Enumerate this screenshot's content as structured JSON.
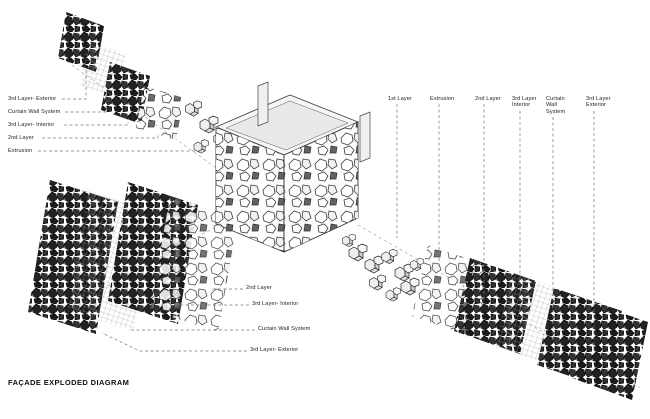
{
  "title": "FAÇADE EXPLODED DIAGRAM",
  "colors": {
    "ink": "#1b1b1b",
    "leader": "#777777",
    "roof": "#ececea",
    "panel_dark": "#1d1d1d",
    "mesh_line": "#9b9b9b"
  },
  "left_labels": [
    "3rd Layer- Exterior",
    "Curtain Wall System",
    "3rd Layer- Interior",
    "2nd Layer",
    "Extrusion"
  ],
  "top_right_labels": [
    "1st Layer",
    "Extrusion",
    "2nd Layer",
    "3rd Layer Interior",
    "Curtain Wall System",
    "3rd Layer Exterior"
  ],
  "bottom_labels": [
    "2nd Layer",
    "3rd Layer- Interior",
    "Curtain Wall System",
    "3rd Layer- Exterior"
  ]
}
